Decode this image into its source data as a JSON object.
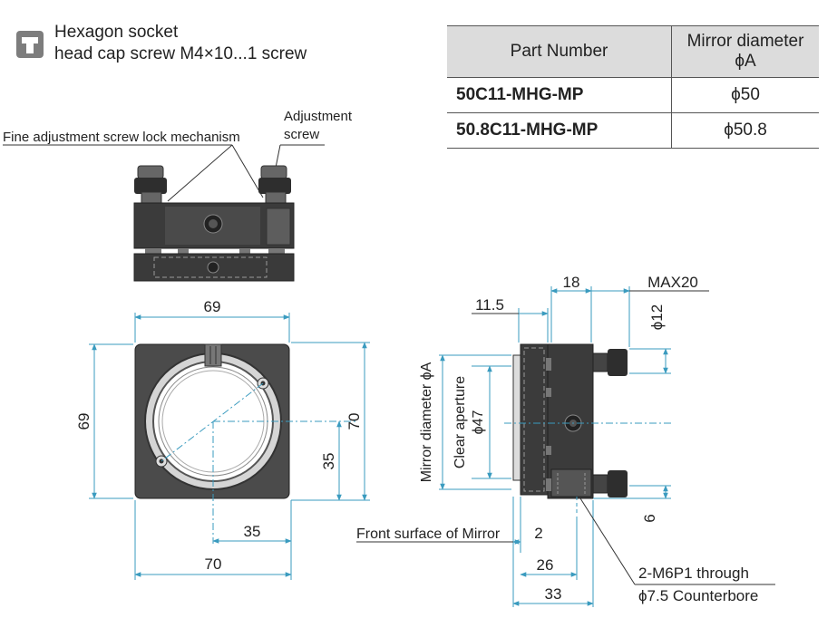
{
  "legend": {
    "icon": "hex-socket-screw-icon",
    "line1": "Hexagon socket",
    "line2": "head cap screw M4×10...1 screw"
  },
  "table": {
    "header_part": "Part Number",
    "header_mirror_line1": "Mirror diameter",
    "header_mirror_line2": "ϕA",
    "rows": [
      {
        "part": "50C11-MHG-MP",
        "diameter": "ϕ50"
      },
      {
        "part": "50.8C11-MHG-MP",
        "diameter": "ϕ50.8"
      }
    ]
  },
  "labels": {
    "fine_adjust": "Fine adjustment screw lock mechanism",
    "adjust_screw_line1": "Adjustment",
    "adjust_screw_line2": "screw",
    "front_surface": "Front surface of Mirror",
    "mirror_diameter": "Mirror diameter ϕA",
    "clear_aperture_line1": "Clear aperture",
    "clear_aperture_line2": "ϕ47",
    "tap_line1": "2-M6P1 through",
    "tap_line2": "ϕ7.5 Counterbore"
  },
  "dims": {
    "front_width": "69",
    "front_height_left": "69",
    "front_height_right": "70",
    "front_center_v": "35",
    "front_center_h": "35",
    "base_width": "70",
    "side_18": "18",
    "side_max20": "MAX20",
    "side_11_5": "11.5",
    "side_phi12": "ϕ12",
    "side_2": "2",
    "side_26": "26",
    "side_33": "33",
    "side_6": "6"
  }
}
